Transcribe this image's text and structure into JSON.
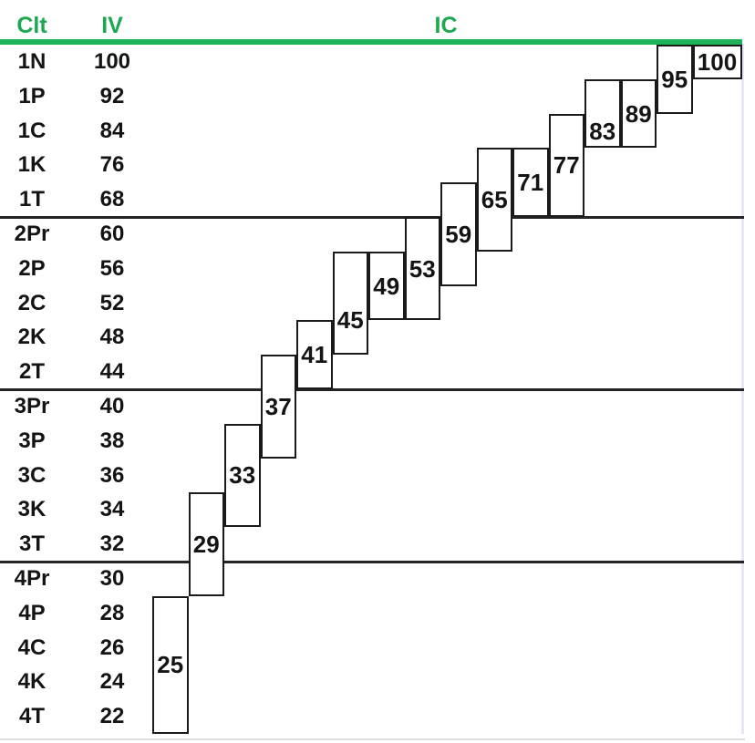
{
  "header": {
    "clt": "Clt",
    "iv": "IV",
    "ic": "IC"
  },
  "colors": {
    "accent_green": "#1CB257",
    "divider_black": "#242424",
    "box_border_black": "#1A1A1A",
    "text_black": "#141414",
    "faint_right_edge": "#E5E8F3",
    "faint_bottom_edge": "#DCDCDC"
  },
  "chart_data": {
    "type": "bar",
    "subtype": "stepped-range-conversion-chart",
    "title": "",
    "xlabel": "IC",
    "ylabel": "IV",
    "columns": [
      "Clt",
      "IV",
      "IC"
    ],
    "rows": [
      {
        "clt": "1N",
        "iv": 100
      },
      {
        "clt": "1P",
        "iv": 92
      },
      {
        "clt": "1C",
        "iv": 84
      },
      {
        "clt": "1K",
        "iv": 76
      },
      {
        "clt": "1T",
        "iv": 68
      },
      {
        "clt": "2Pr",
        "iv": 60
      },
      {
        "clt": "2P",
        "iv": 56
      },
      {
        "clt": "2C",
        "iv": 52
      },
      {
        "clt": "2K",
        "iv": 48
      },
      {
        "clt": "2T",
        "iv": 44
      },
      {
        "clt": "3Pr",
        "iv": 40
      },
      {
        "clt": "3P",
        "iv": 38
      },
      {
        "clt": "3C",
        "iv": 36
      },
      {
        "clt": "3K",
        "iv": 34
      },
      {
        "clt": "3T",
        "iv": 32
      },
      {
        "clt": "4Pr",
        "iv": 30
      },
      {
        "clt": "4P",
        "iv": 28
      },
      {
        "clt": "4C",
        "iv": 26
      },
      {
        "clt": "4K",
        "iv": 24
      },
      {
        "clt": "4T",
        "iv": 22
      }
    ],
    "group_separators_after_row_index": [
      4,
      9,
      14
    ],
    "ic_boxes": [
      {
        "value": 25,
        "row_start": 16,
        "row_span": 4
      },
      {
        "value": 29,
        "row_start": 13,
        "row_span": 3
      },
      {
        "value": 33,
        "row_start": 11,
        "row_span": 3
      },
      {
        "value": 37,
        "row_start": 9,
        "row_span": 3
      },
      {
        "value": 41,
        "row_start": 8,
        "row_span": 2
      },
      {
        "value": 45,
        "row_start": 6,
        "row_span": 3,
        "label_dy": 19
      },
      {
        "value": 49,
        "row_start": 6,
        "row_span": 2
      },
      {
        "value": 53,
        "row_start": 5,
        "row_span": 3
      },
      {
        "value": 59,
        "row_start": 4,
        "row_span": 3
      },
      {
        "value": 65,
        "row_start": 3,
        "row_span": 3
      },
      {
        "value": 71,
        "row_start": 3,
        "row_span": 2
      },
      {
        "value": 77,
        "row_start": 2,
        "row_span": 3
      },
      {
        "value": 83,
        "row_start": 1,
        "row_span": 2,
        "label_dy": 19
      },
      {
        "value": 89,
        "row_start": 1,
        "row_span": 2
      },
      {
        "value": 95,
        "row_start": 0,
        "row_span": 2
      },
      {
        "value": 100,
        "row_start": 0,
        "row_span": 1,
        "wide": true
      }
    ],
    "layout_hints": {
      "grid": "off",
      "legend": "none",
      "ic_axis_direction": "values ascend left-to-right, boxes step down toward lower-left"
    }
  }
}
